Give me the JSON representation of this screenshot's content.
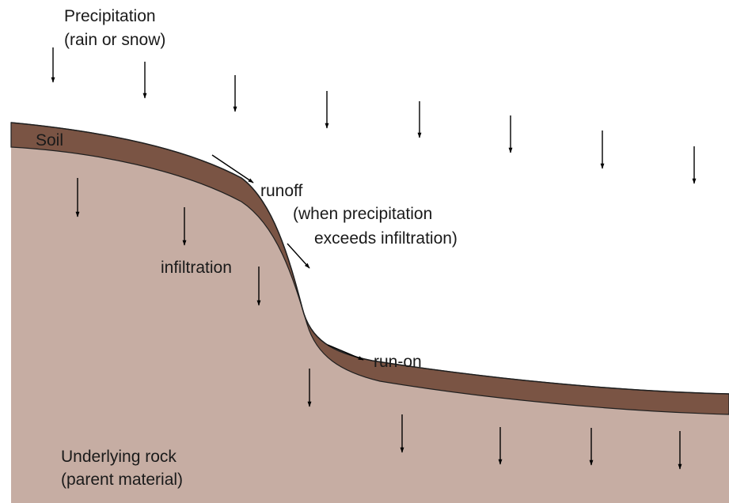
{
  "colors": {
    "background": "#ffffff",
    "soil": "#7a5444",
    "rock": "#c6ada3",
    "outline": "#1f1f1f",
    "arrow": "#000000",
    "text": "#1a1a1a"
  },
  "labels": {
    "precip_line1": "Precipitation",
    "precip_line2": "(rain or snow)",
    "soil": "Soil",
    "runoff": "runoff",
    "runoff_note_line1": "(when precipitation",
    "runoff_note_line2": "exceeds infiltration)",
    "infiltration": "infiltration",
    "run_on": "run-on",
    "rock_line1": "Underlying rock",
    "rock_line2": "(parent material)"
  }
}
